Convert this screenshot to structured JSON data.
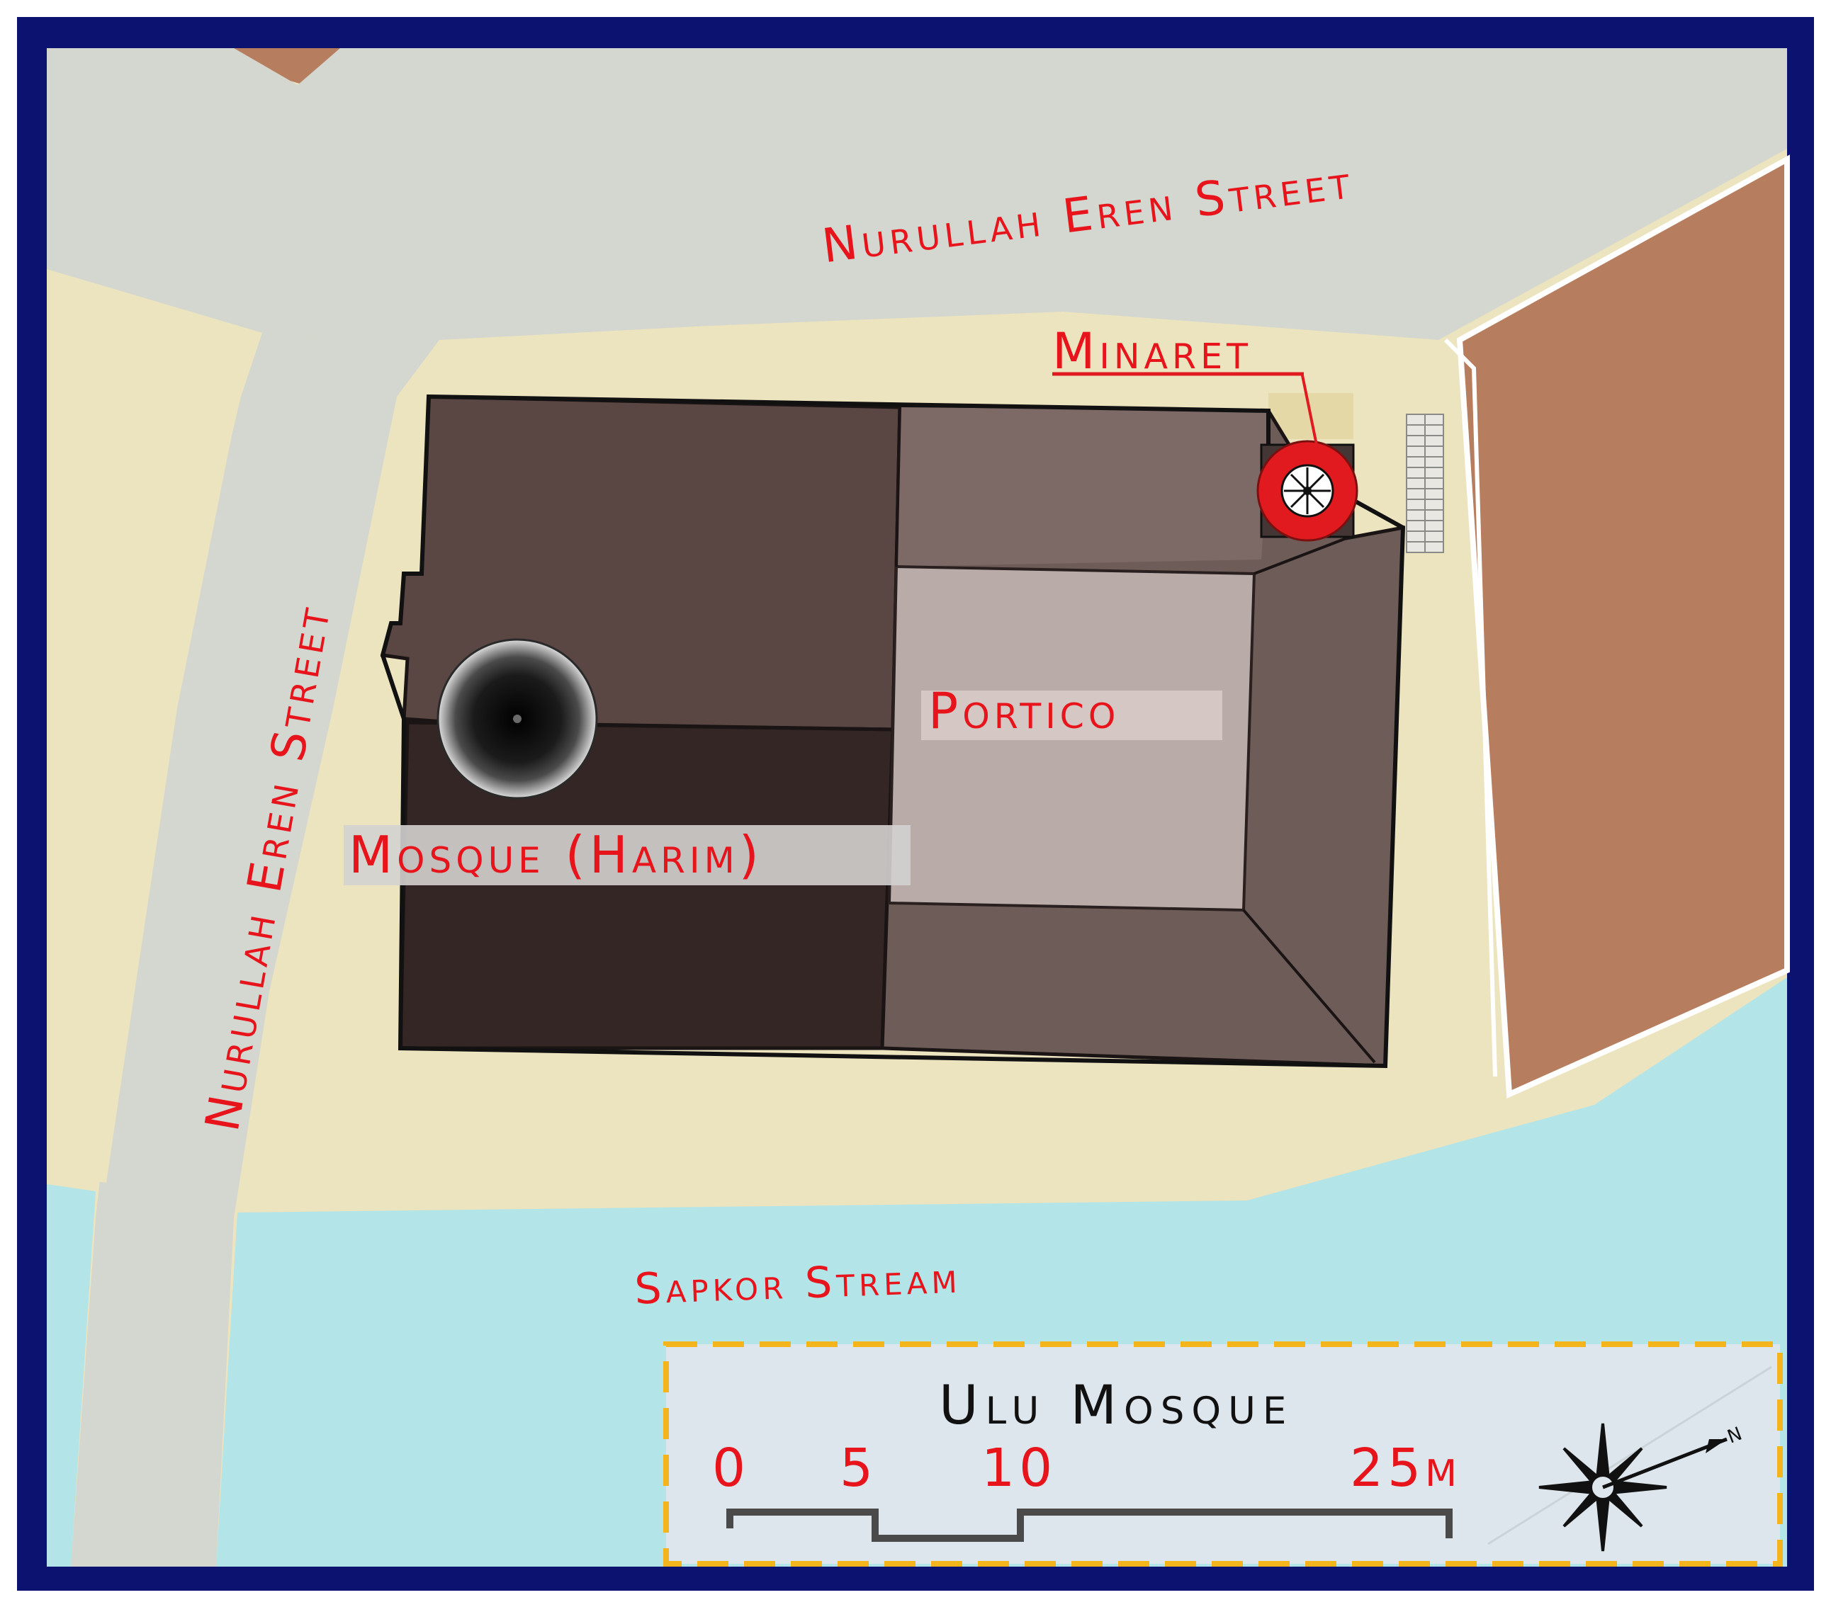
{
  "map": {
    "title": "Ulu Mosque",
    "streets": {
      "top": "Nurullah Eren  Street",
      "left": "Nurullah Eren  Street"
    },
    "water": "Sapkor Stream",
    "features": {
      "minaret": "Minaret",
      "portico": "Portico",
      "harim": "Mosque (Harim)"
    },
    "scale": {
      "ticks": [
        "0",
        "5",
        "10",
        "25m"
      ]
    },
    "north_arrow_label": "N"
  },
  "colors": {
    "frame": "#0c1270",
    "land": "#ece3bf",
    "road": "#d3d7d0",
    "water": "#b3e4e8",
    "building_right": "#b67d5e",
    "harim_upper": "#5a4744",
    "harim_lower": "#332624",
    "portico_roof": "#7a6763",
    "portico_court": "#b9aca8",
    "minaret_red": "#e01a1f",
    "label_red": "#e8141c",
    "legend_border": "#f3b41c",
    "legend_bg": "#dde6ec"
  }
}
